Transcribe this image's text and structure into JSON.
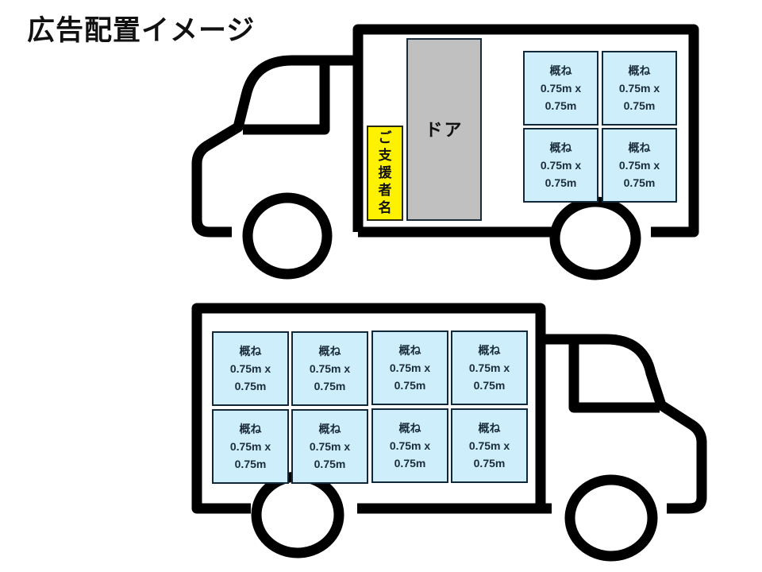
{
  "title": "広告配置イメージ",
  "colors": {
    "outline": "#000000",
    "ad_box_fill": "#cdeefa",
    "ad_box_border": "#10283a",
    "door_fill": "#c0c0c0",
    "sponsor_fill": "#fff200"
  },
  "top_truck": {
    "orientation": "cab-left",
    "door": {
      "label": "ドア"
    },
    "sponsor": {
      "chars": [
        "ご",
        "支",
        "援",
        "者",
        "名"
      ]
    },
    "ad_boxes": [
      {
        "line1": "概ね",
        "line2": "0.75m x",
        "line3": "0.75m"
      },
      {
        "line1": "概ね",
        "line2": "0.75m x",
        "line3": "0.75m"
      },
      {
        "line1": "概ね",
        "line2": "0.75m x",
        "line3": "0.75m"
      },
      {
        "line1": "概ね",
        "line2": "0.75m x",
        "line3": "0.75m"
      }
    ]
  },
  "bottom_truck": {
    "orientation": "cab-right",
    "ad_boxes": [
      {
        "line1": "概ね",
        "line2": "0.75m x",
        "line3": "0.75m"
      },
      {
        "line1": "概ね",
        "line2": "0.75m x",
        "line3": "0.75m"
      },
      {
        "line1": "概ね",
        "line2": "0.75m x",
        "line3": "0.75m"
      },
      {
        "line1": "概ね",
        "line2": "0.75m x",
        "line3": "0.75m"
      },
      {
        "line1": "概ね",
        "line2": "0.75m x",
        "line3": "0.75m"
      },
      {
        "line1": "概ね",
        "line2": "0.75m x",
        "line3": "0.75m"
      },
      {
        "line1": "概ね",
        "line2": "0.75m x",
        "line3": "0.75m"
      },
      {
        "line1": "概ね",
        "line2": "0.75m x",
        "line3": "0.75m"
      }
    ]
  }
}
